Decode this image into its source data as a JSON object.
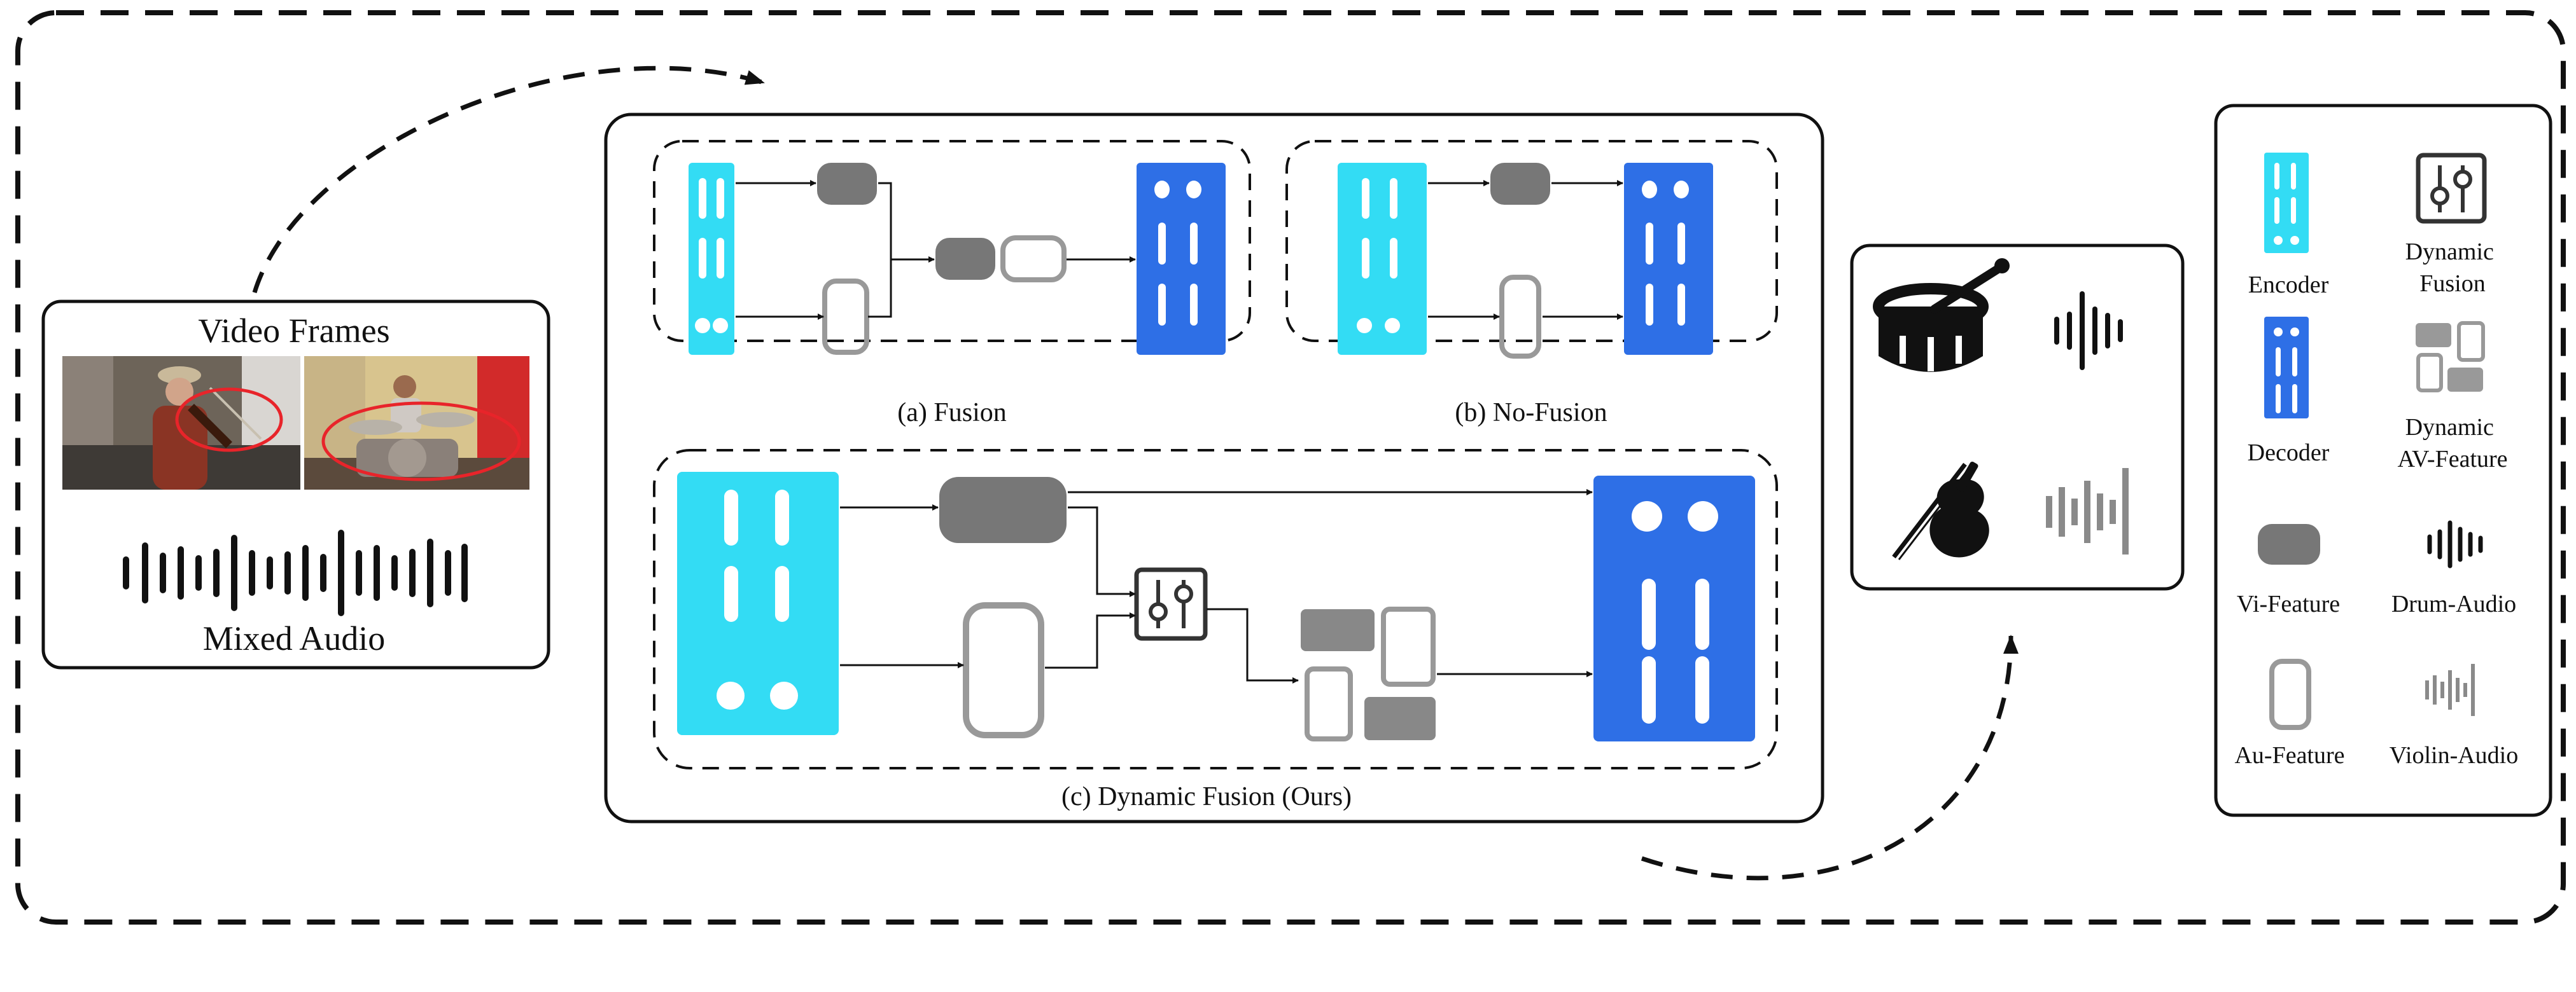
{
  "input_panel": {
    "title": "Video Frames",
    "audio_label": "Mixed Audio"
  },
  "methods": {
    "fusion_caption": "(a) Fusion",
    "nofusion_caption": "(b) No-Fusion",
    "dynamic_caption": "(c) Dynamic Fusion (Ours)"
  },
  "legend": {
    "items": [
      {
        "label": "Encoder",
        "icon": "encoder-block-icon"
      },
      {
        "label": "Dynamic\nFusion",
        "icon": "slider-icon"
      },
      {
        "label": "Decoder",
        "icon": "decoder-block-icon"
      },
      {
        "label": "Dynamic\nAV-Feature",
        "icon": "av-feature-icon"
      },
      {
        "label": "Vi-Feature",
        "icon": "rounded-rect-icon"
      },
      {
        "label": "Drum-Audio",
        "icon": "waveform-icon"
      },
      {
        "label": "Au-Feature",
        "icon": "outlined-rect-icon"
      },
      {
        "label": "Violin-Audio",
        "icon": "waveform-icon"
      }
    ]
  },
  "colors": {
    "encoder": "#33dcf4",
    "decoder": "#2e6fe6",
    "vi_feature": "#777777",
    "au_feature": "#999999",
    "drum_audio": "#111111",
    "violin_audio": "#8a8a8a",
    "highlight": "#e8242a"
  }
}
